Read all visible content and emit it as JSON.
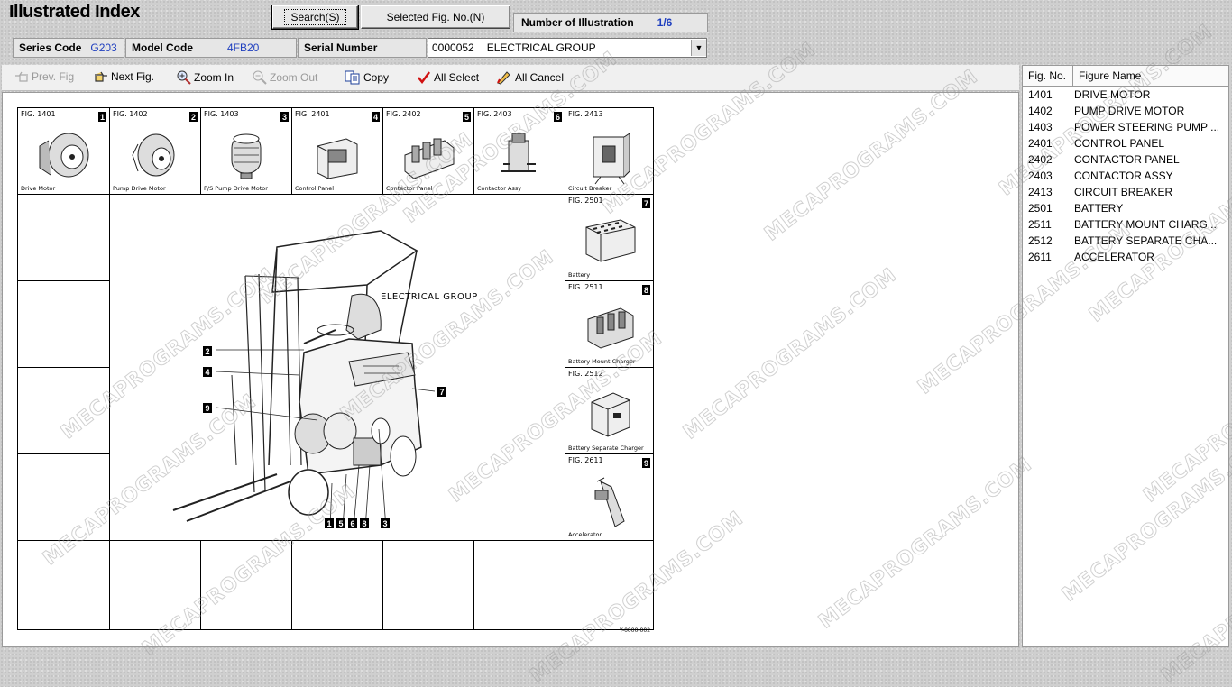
{
  "app": {
    "title": "Illustrated Index"
  },
  "top_buttons": {
    "search": "Search(S)",
    "selected_fig": "Selected Fig. No.(N)"
  },
  "illustration_count": {
    "label": "Number of Illustration",
    "value": "1/6"
  },
  "series": {
    "label": "Series Code",
    "value": "G203"
  },
  "model": {
    "label": "Model Code",
    "value": "4FB20"
  },
  "serial": {
    "label": "Serial Number"
  },
  "group_select": {
    "code": "0000052",
    "name": "ELECTRICAL GROUP"
  },
  "toolbar": {
    "prev": "Prev. Fig",
    "next": "Next Fig.",
    "zoom_in": "Zoom In",
    "zoom_out": "Zoom Out",
    "copy": "Copy",
    "all_select": "All Select",
    "all_cancel": "All Cancel"
  },
  "illustration": {
    "title": "ELECTRICAL GROUP",
    "ref": "Y-0000-002",
    "callouts": [
      "2",
      "4",
      "9",
      "7",
      "1",
      "5",
      "6",
      "8",
      "3"
    ],
    "top_cells": [
      {
        "fig": "FIG. 1401",
        "num": "1",
        "caption": "Drive Motor"
      },
      {
        "fig": "FIG. 1402",
        "num": "2",
        "caption": "Pump Drive Motor"
      },
      {
        "fig": "FIG. 1403",
        "num": "3",
        "caption": "P/S Pump Drive Motor"
      },
      {
        "fig": "FIG. 2401",
        "num": "4",
        "caption": "Control Panel"
      },
      {
        "fig": "FIG. 2402",
        "num": "5",
        "caption": "Contactor Panel"
      },
      {
        "fig": "FIG. 2403",
        "num": "6",
        "caption": "Contactor Assy"
      },
      {
        "fig": "FIG. 2413",
        "num": "",
        "caption": "Circuit Breaker"
      }
    ],
    "side_cells": [
      {
        "fig": "FIG. 2501",
        "num": "7",
        "caption": "Battery"
      },
      {
        "fig": "FIG. 2511",
        "num": "8",
        "caption": "Battery Mount Charger"
      },
      {
        "fig": "FIG. 2512",
        "num": "",
        "caption": "Battery Separate Charger"
      },
      {
        "fig": "FIG. 2611",
        "num": "9",
        "caption": "Accelerator"
      }
    ]
  },
  "figure_list": {
    "headers": {
      "no": "Fig. No.",
      "name": "Figure Name"
    },
    "rows": [
      {
        "no": "1401",
        "name": "DRIVE MOTOR"
      },
      {
        "no": "1402",
        "name": "PUMP DRIVE MOTOR"
      },
      {
        "no": "1403",
        "name": "POWER STEERING PUMP ..."
      },
      {
        "no": "2401",
        "name": "CONTROL PANEL"
      },
      {
        "no": "2402",
        "name": "CONTACTOR PANEL"
      },
      {
        "no": "2403",
        "name": "CONTACTOR ASSY"
      },
      {
        "no": "2413",
        "name": "CIRCUIT BREAKER"
      },
      {
        "no": "2501",
        "name": "BATTERY"
      },
      {
        "no": "2511",
        "name": "BATTERY MOUNT CHARG..."
      },
      {
        "no": "2512",
        "name": "BATTERY SEPARATE CHA..."
      },
      {
        "no": "2611",
        "name": "ACCELERATOR"
      }
    ]
  },
  "watermark": "MECAPROGRAMS.COM"
}
